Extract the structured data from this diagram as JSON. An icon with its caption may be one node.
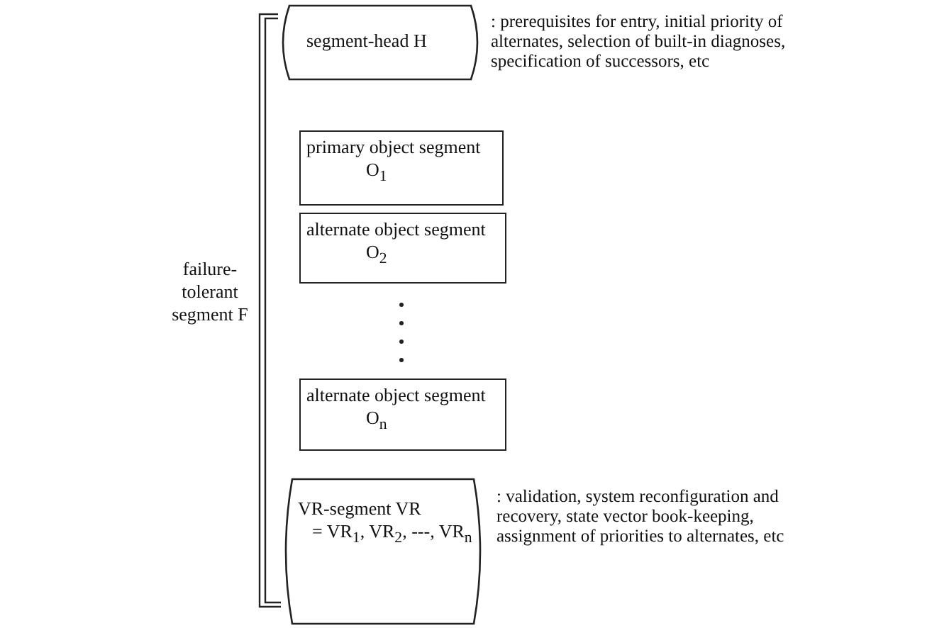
{
  "diagram": {
    "nodes": [
      {
        "text": [
          "segment-head H"
        ],
        "beside": [
          ": prerequisites for entry, initial priority of alternates, selection of built-in diagnoses, specification of successors, etc"
        ]
      },
      {
        "text": [
          "primary object segment",
          "O$_{1}$"
        ]
      },
      {
        "text": [
          "alternate object segment",
          "O$_{2}$"
        ]
      },
      {
        "text": [
          "alternate object segment",
          "O$_{n}$"
        ]
      },
      {
        "text": [
          "VR-segment VR",
          "= VR$_{1}$, VR$_{2}$, ---, VR$_{n}$"
        ],
        "beside": [
          ": validation, system reconfiguration and recovery, state vector book-keeping, assignment of priorities to alternates, etc"
        ]
      }
    ],
    "edges": [],
    "labels": [
      "failure-tolerant segment F"
    ]
  }
}
